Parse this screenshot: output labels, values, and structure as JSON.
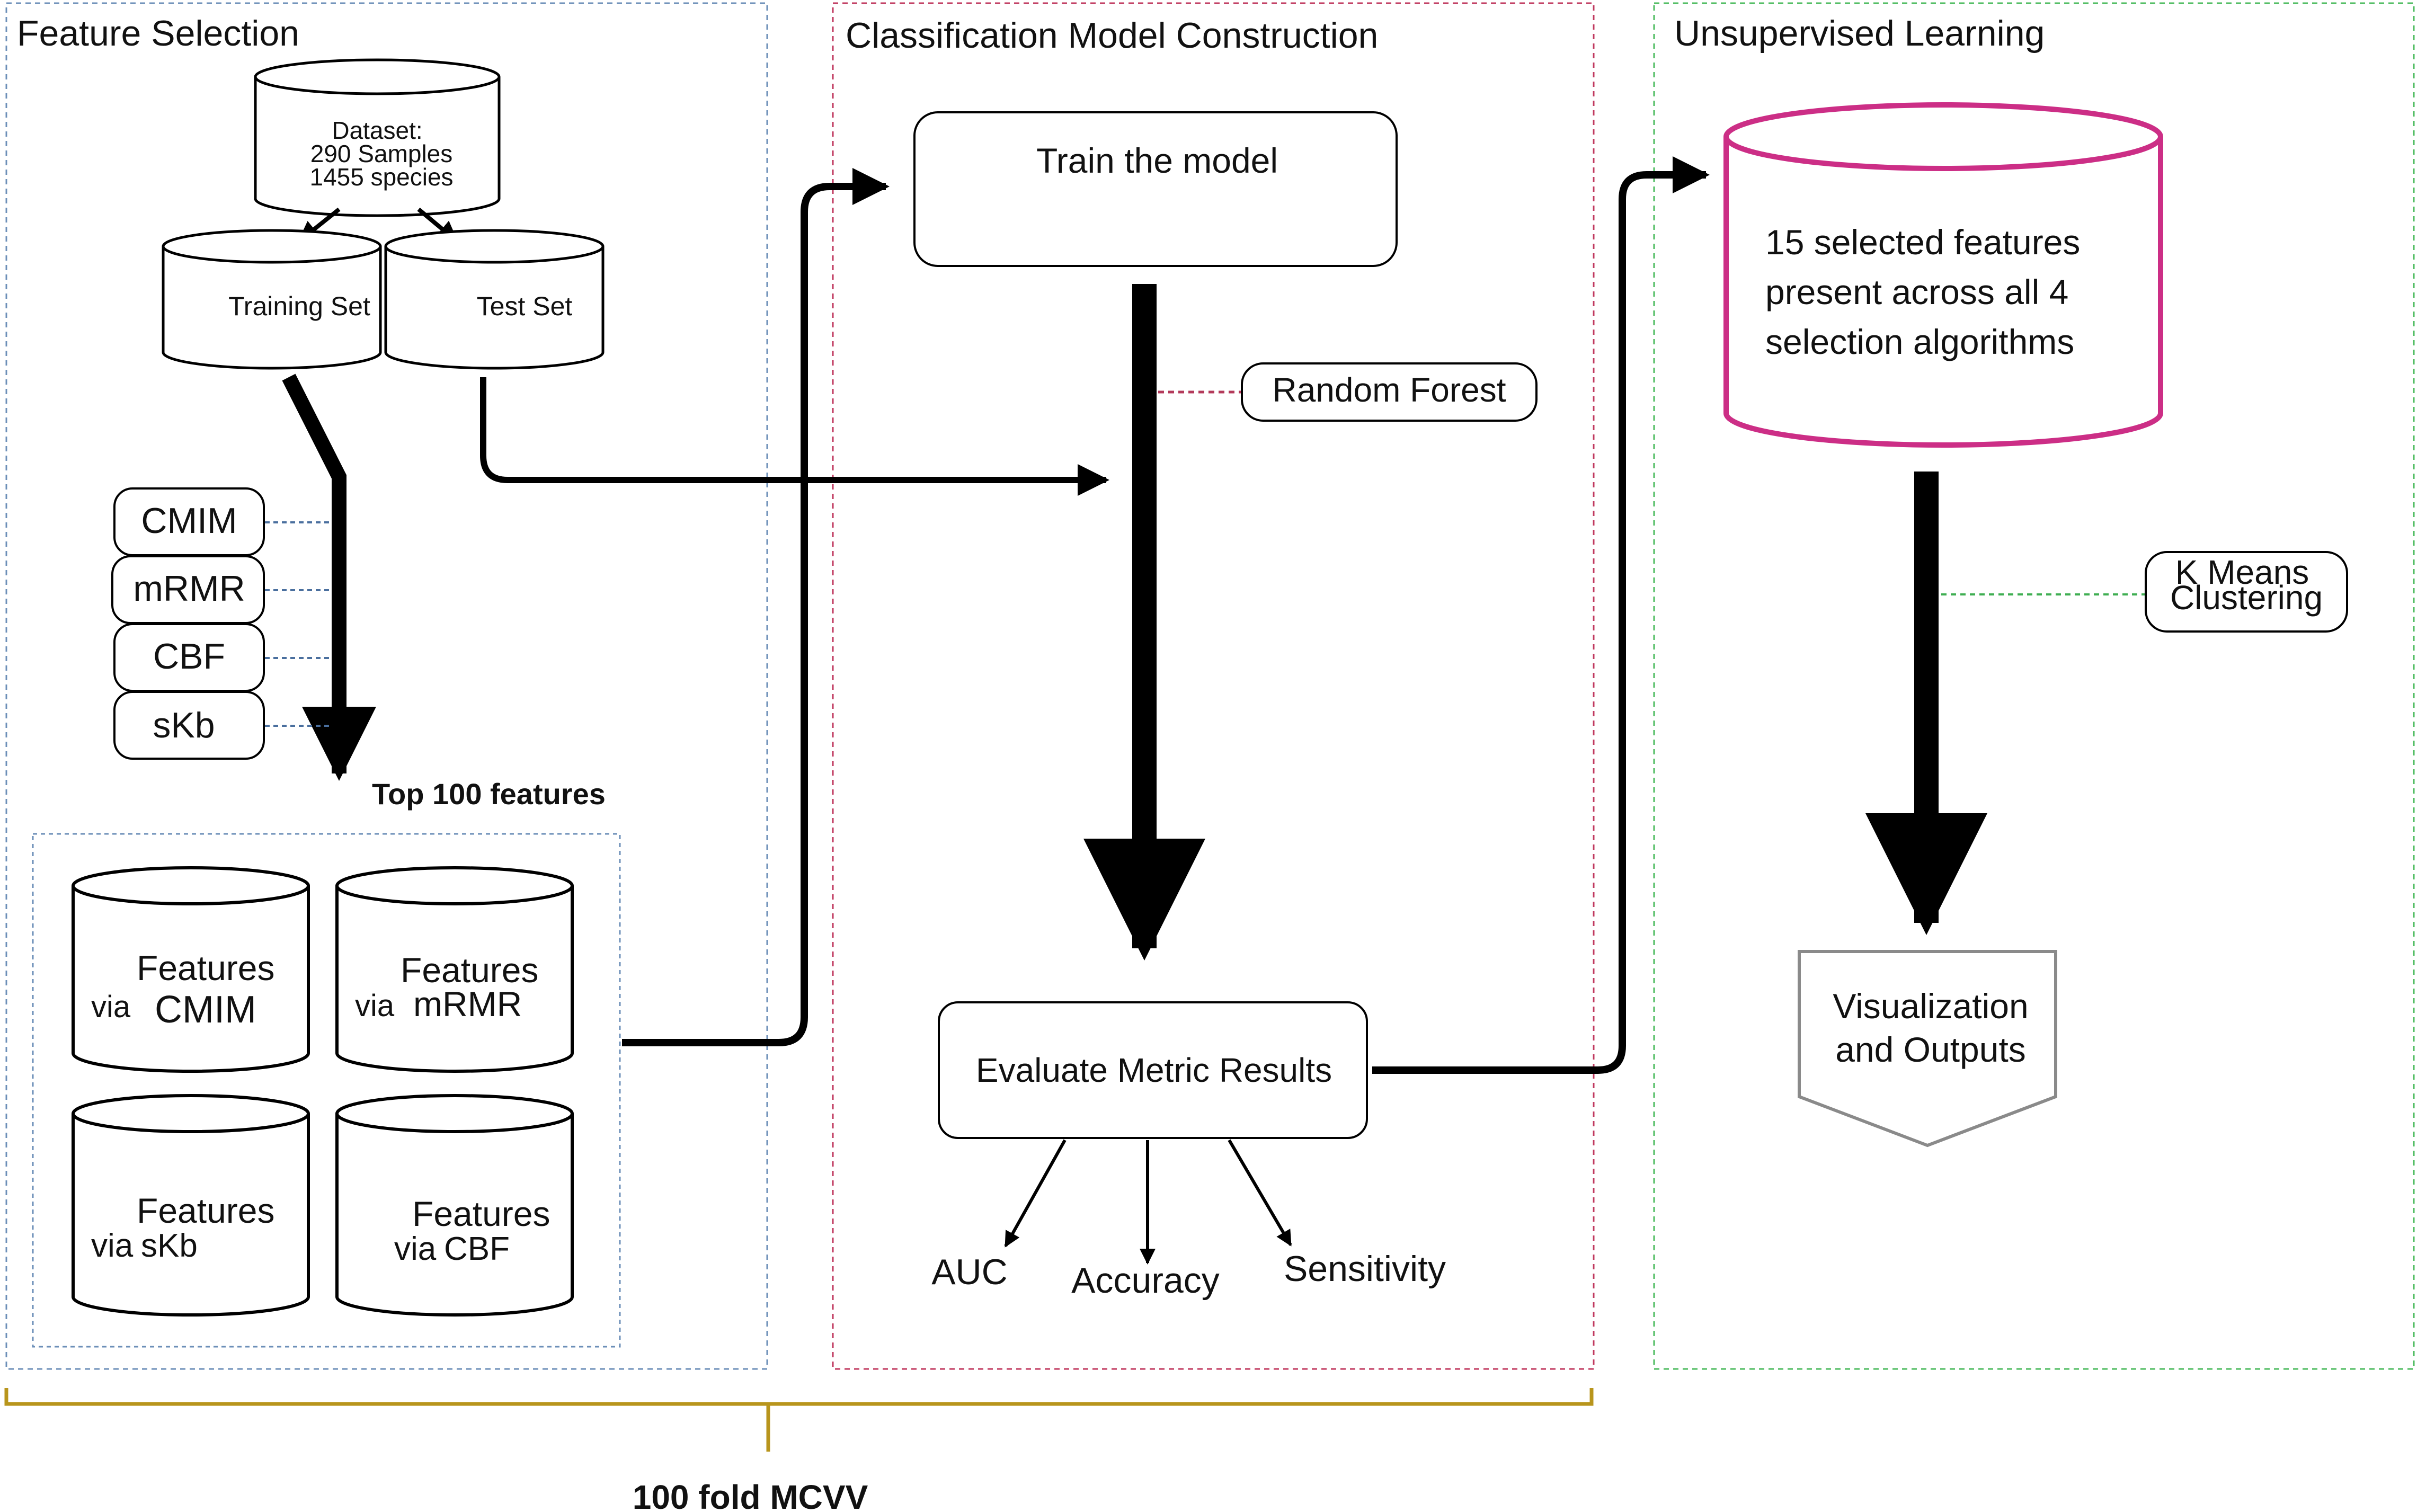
{
  "sections": {
    "feature_selection": {
      "title": "Feature Selection",
      "color": "#5b7fb5"
    },
    "classification": {
      "title": "Classification Model Construction",
      "color": "#c0395f"
    },
    "unsupervised": {
      "title": "Unsupervised Learning",
      "color": "#4dbb5f"
    }
  },
  "dataset": {
    "line1": "Dataset:",
    "line2": "290 Samples",
    "line3": "1455 species"
  },
  "training_set": "Training Set",
  "test_set": "Test Set",
  "selectors": [
    "CMIM",
    "mRMR",
    "CBF",
    "sKb"
  ],
  "top_features": "Top 100 features",
  "feature_sets": [
    {
      "line1": "Features",
      "via": "via",
      "name": "CMIM"
    },
    {
      "line1": "Features",
      "via": "via",
      "name": "mRMR"
    },
    {
      "line1": "Features",
      "via": "via",
      "name": "sKb"
    },
    {
      "line1": "Features",
      "via": "via",
      "name": "CBF"
    }
  ],
  "train_model": "Train the model",
  "random_forest": "Random Forest",
  "evaluate": "Evaluate Metric Results",
  "metrics": [
    "AUC",
    "Accuracy",
    "Sensitivity"
  ],
  "selected_features": {
    "line1": "15 selected features",
    "line2": "present across all 4",
    "line3": "selection algorithms",
    "color": "#cc2e86"
  },
  "kmeans": {
    "line1": "K Means",
    "line2": "Clustering"
  },
  "visualization": {
    "line1": "Visualization",
    "line2": "and Outputs"
  },
  "mcvv": {
    "label": "100 fold MCVV",
    "bracket_color": "#b8951c"
  }
}
